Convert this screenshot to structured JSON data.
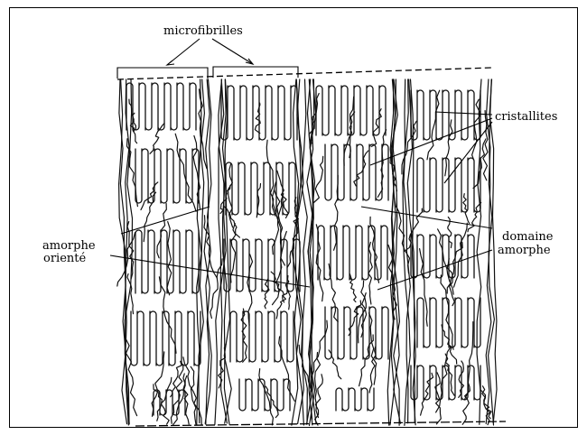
{
  "labels": {
    "microfibrils": "microfibrilles",
    "crystallites": "cristallites",
    "oriented_amorphous_1": "amorphe",
    "oriented_amorphous_2": "orienté",
    "amorphous_domain_1": "domaine",
    "amorphous_domain_2": "amorphe"
  },
  "colors": {
    "ink": "#111111",
    "paper": "#ffffff"
  }
}
